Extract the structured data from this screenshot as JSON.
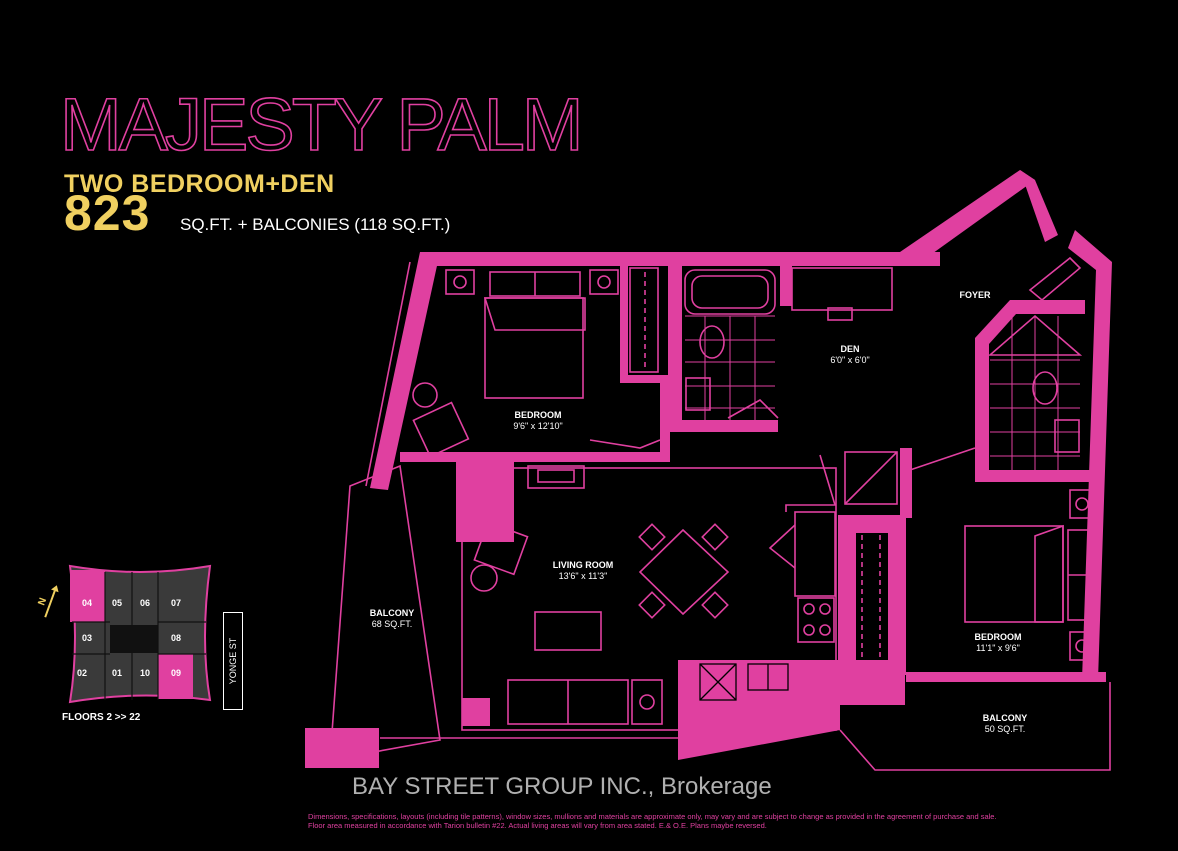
{
  "header": {
    "title": "MAJESTY PALM",
    "subtitle": "TWO BEDROOM+DEN",
    "sqft": "823",
    "sqft_text": "SQ.FT. + BALCONIES (118 SQ.FT.)"
  },
  "rooms": {
    "bedroom1": {
      "label": "BEDROOM",
      "dim": "9'6\" x 12'10\""
    },
    "den": {
      "label": "DEN",
      "dim": "6'0\" x 6'0\""
    },
    "foyer": {
      "label": "FOYER"
    },
    "living": {
      "label": "LIVING ROOM",
      "dim": "13'6\" x 11'3\""
    },
    "balcony1": {
      "label": "BALCONY",
      "dim": "68 SQ.FT."
    },
    "bedroom2": {
      "label": "BEDROOM",
      "dim": "11'1\" x 9'6\""
    },
    "balcony2": {
      "label": "BALCONY",
      "dim": "50 SQ.FT."
    }
  },
  "keyplan": {
    "units": [
      "04",
      "05",
      "06",
      "07",
      "03",
      "08",
      "02",
      "01",
      "10",
      "09"
    ],
    "highlighted": [
      "04",
      "09"
    ],
    "floors_label": "FLOORS  2 >> 22",
    "street": "YONGE ST",
    "north": "N"
  },
  "footer": {
    "brokerage": "BAY STREET GROUP INC., Brokerage",
    "disclaimer_1": "Dimensions, specifications, layouts (including  tile patterns), window sizes, mullions and materials are approximate only,  may vary and are subject to change as provided in the agreement of purchase and sale.",
    "disclaimer_2": "Floor area measured in accordance with Tarion bulletin #22.  Actual living areas will vary from area stated.  E.& O.E.  Plans maybe reversed."
  },
  "colors": {
    "accent": "#e040a0",
    "highlight": "#f0d060",
    "background": "#000000"
  }
}
